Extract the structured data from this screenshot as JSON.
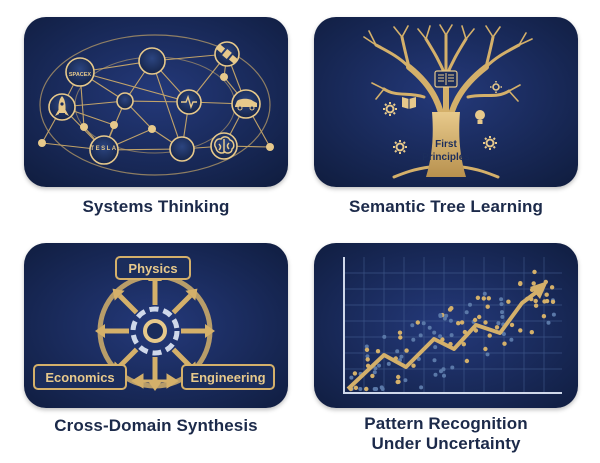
{
  "panels": [
    {
      "id": "systems",
      "caption": "Systems Thinking",
      "node_texts": [
        "SPACEX",
        "TESLA"
      ]
    },
    {
      "id": "tree",
      "caption": "Semantic Tree Learning",
      "trunk_label_line1": "First",
      "trunk_label_line2": "Principles"
    },
    {
      "id": "synthesis",
      "caption": "Cross-Domain Synthesis",
      "domains": {
        "top": "Physics",
        "left": "Economics",
        "right": "Engineering"
      }
    },
    {
      "id": "pattern",
      "caption_line1": "Pattern Recognition",
      "caption_line2": "Under Uncertainty"
    }
  ],
  "colors": {
    "tile_bg": "#1b2d5c",
    "tile_bg_dark": "#0f1c3d",
    "gold": "#d4b06a",
    "gold_light": "#e7c98b",
    "dot_blue": "#5a78a8",
    "caption": "#1c2a4a"
  },
  "icons": [
    "rocket-icon",
    "satellite-icon",
    "car-icon",
    "brain-icon",
    "pulse-icon",
    "book-icon",
    "lightbulb-icon",
    "gear-icon"
  ]
}
